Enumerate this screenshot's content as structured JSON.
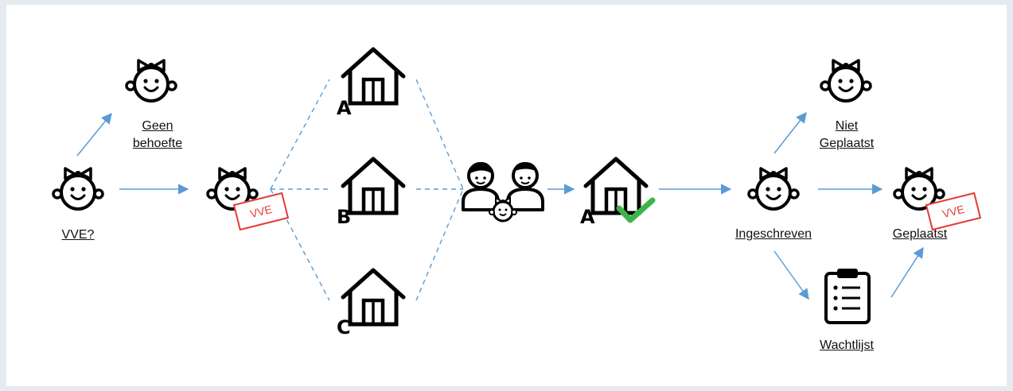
{
  "nodes": {
    "start_label": "VVE?",
    "geen_behoefte": [
      "Geen",
      "behoefte"
    ],
    "stamp_text": "VVE",
    "location_a": "A",
    "location_b": "B",
    "location_c": "C",
    "selected_location": "A",
    "ingeschreven": "Ingeschreven",
    "niet_geplaatst": [
      "Niet",
      "Geplaatst"
    ],
    "geplaatst": "Geplaatst",
    "wachtlijst": "Wachtlijst"
  },
  "icons": {
    "child": "baby-face-icon",
    "school": "house-icon",
    "parents": "parents-with-child-icon",
    "check": "checkmark-icon",
    "waitlist": "clipboard-list-icon"
  },
  "colors": {
    "arrow": "#5b9bd5",
    "stamp": "#e43a3a",
    "check": "#3cb44b",
    "icon": "#000000"
  }
}
